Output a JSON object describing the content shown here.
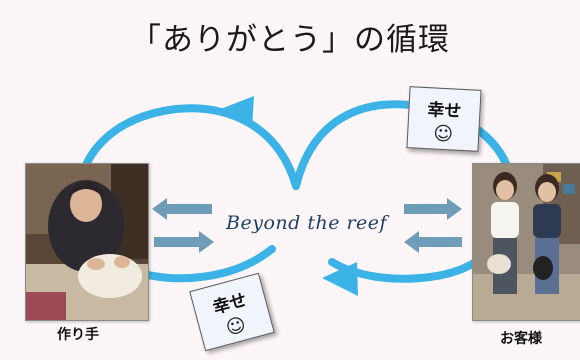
{
  "title": "「ありがとう」の循環",
  "center_label": "Beyond the reef",
  "left_person": {
    "label": "作り手"
  },
  "right_person": {
    "label": "お客様"
  },
  "top_card": {
    "text": "幸せ",
    "face": "☺"
  },
  "bottom_card": {
    "text": "幸せ",
    "face": "☺"
  },
  "colors": {
    "cycle": "#3cb3e6",
    "exchange_arrows": "#6f9cb8"
  }
}
